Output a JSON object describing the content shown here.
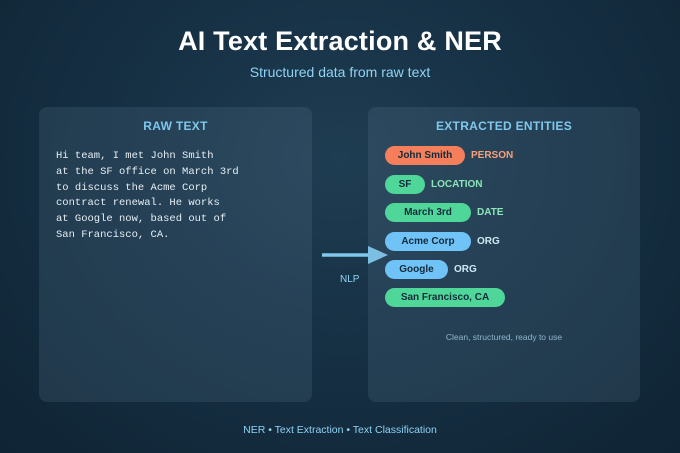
{
  "header": {
    "title": "AI Text Extraction & NER",
    "subtitle": "Structured data from raw text"
  },
  "raw_panel": {
    "title": "RAW TEXT",
    "lines": [
      "Hi team, I met John Smith",
      "at the SF office on March 3rd",
      "to discuss the Acme Corp",
      "contract renewal. He works",
      "at Google now, based out of",
      "San Francisco, CA."
    ]
  },
  "arrow": {
    "label": "NLP",
    "color": "#7fc8ec"
  },
  "entities_panel": {
    "title": "EXTRACTED ENTITIES",
    "entities": [
      {
        "text": "John Smith",
        "type": "PERSON",
        "color": "#f47f5a",
        "type_color": "#f7a07a"
      },
      {
        "text": "SF",
        "type": "LOCATION",
        "color": "#4fd79a",
        "type_color": "#8be6b8"
      },
      {
        "text": "March 3rd",
        "type": "DATE",
        "color": "#4fd79a",
        "type_color": "#8be6b8"
      },
      {
        "text": "Acme Corp",
        "type": "ORG",
        "color": "#6fc3f7",
        "type_color": "#cfe8f5"
      },
      {
        "text": "Google",
        "type": "ORG",
        "color": "#6fc3f7",
        "type_color": "#cfe8f5"
      },
      {
        "text": "San Francisco, CA",
        "type": "",
        "color": "#4fd79a",
        "type_color": "#8be6b8"
      }
    ],
    "footnote": "Clean, structured, ready to use"
  },
  "footer": {
    "text": "NER • Text Extraction • Text Classification"
  }
}
